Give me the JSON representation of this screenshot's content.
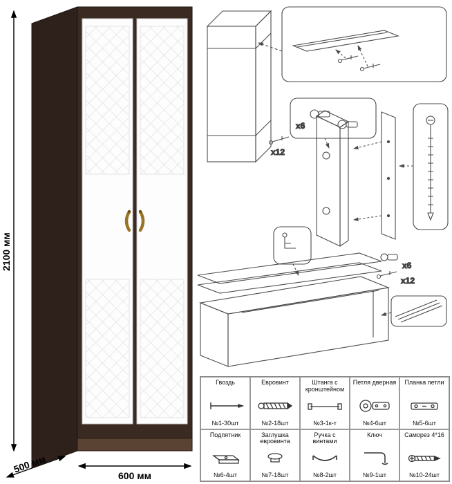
{
  "dimensions": {
    "height": "2100 мм",
    "width": "600 мм",
    "depth": "500 мм"
  },
  "colors": {
    "wenge_dark": "#2e201a",
    "wenge": "#3a2a22",
    "base_strip": "#5b4334",
    "door_white": "#fdfdfd",
    "pattern_line": "#dddddd",
    "handle_gold": "#9a7426",
    "diagram_line": "#4a4a4a",
    "table_border": "#8a8a8a"
  },
  "callouts": {
    "screws_top": "x12",
    "hinges_mid": "x6",
    "hinges_bottom": "x6",
    "screws_bottom": "x12"
  },
  "parts_table": {
    "rows": [
      {
        "cells": [
          {
            "name": "Гвоздь",
            "count": "№1-30шт",
            "icon": "nail-icon"
          },
          {
            "name": "Евровинт",
            "count": "№2-18шт",
            "icon": "confirmat-screw-icon"
          },
          {
            "name": "Штанга с кронштейном",
            "count": "№3-1к-т",
            "icon": "rod-with-bracket-icon"
          },
          {
            "name": "Петля дверная",
            "count": "№4-6шт",
            "icon": "door-hinge-icon"
          },
          {
            "name": "Планка петли",
            "count": "№5-6шт",
            "icon": "hinge-plate-icon"
          }
        ]
      },
      {
        "cells": [
          {
            "name": "Подпятник",
            "count": "№6-4шт",
            "icon": "foot-pad-icon"
          },
          {
            "name": "Заглушка евровинта",
            "count": "№7-18шт",
            "icon": "screw-cap-icon"
          },
          {
            "name": "Ручка с винтами",
            "count": "№8-2шт",
            "icon": "handle-with-screws-icon"
          },
          {
            "name": "Ключ",
            "count": "№9-1шт",
            "icon": "key-icon"
          },
          {
            "name": "Саморез 4*16",
            "count": "№10-24шт",
            "icon": "self-tapping-screw-icon"
          }
        ]
      }
    ]
  }
}
